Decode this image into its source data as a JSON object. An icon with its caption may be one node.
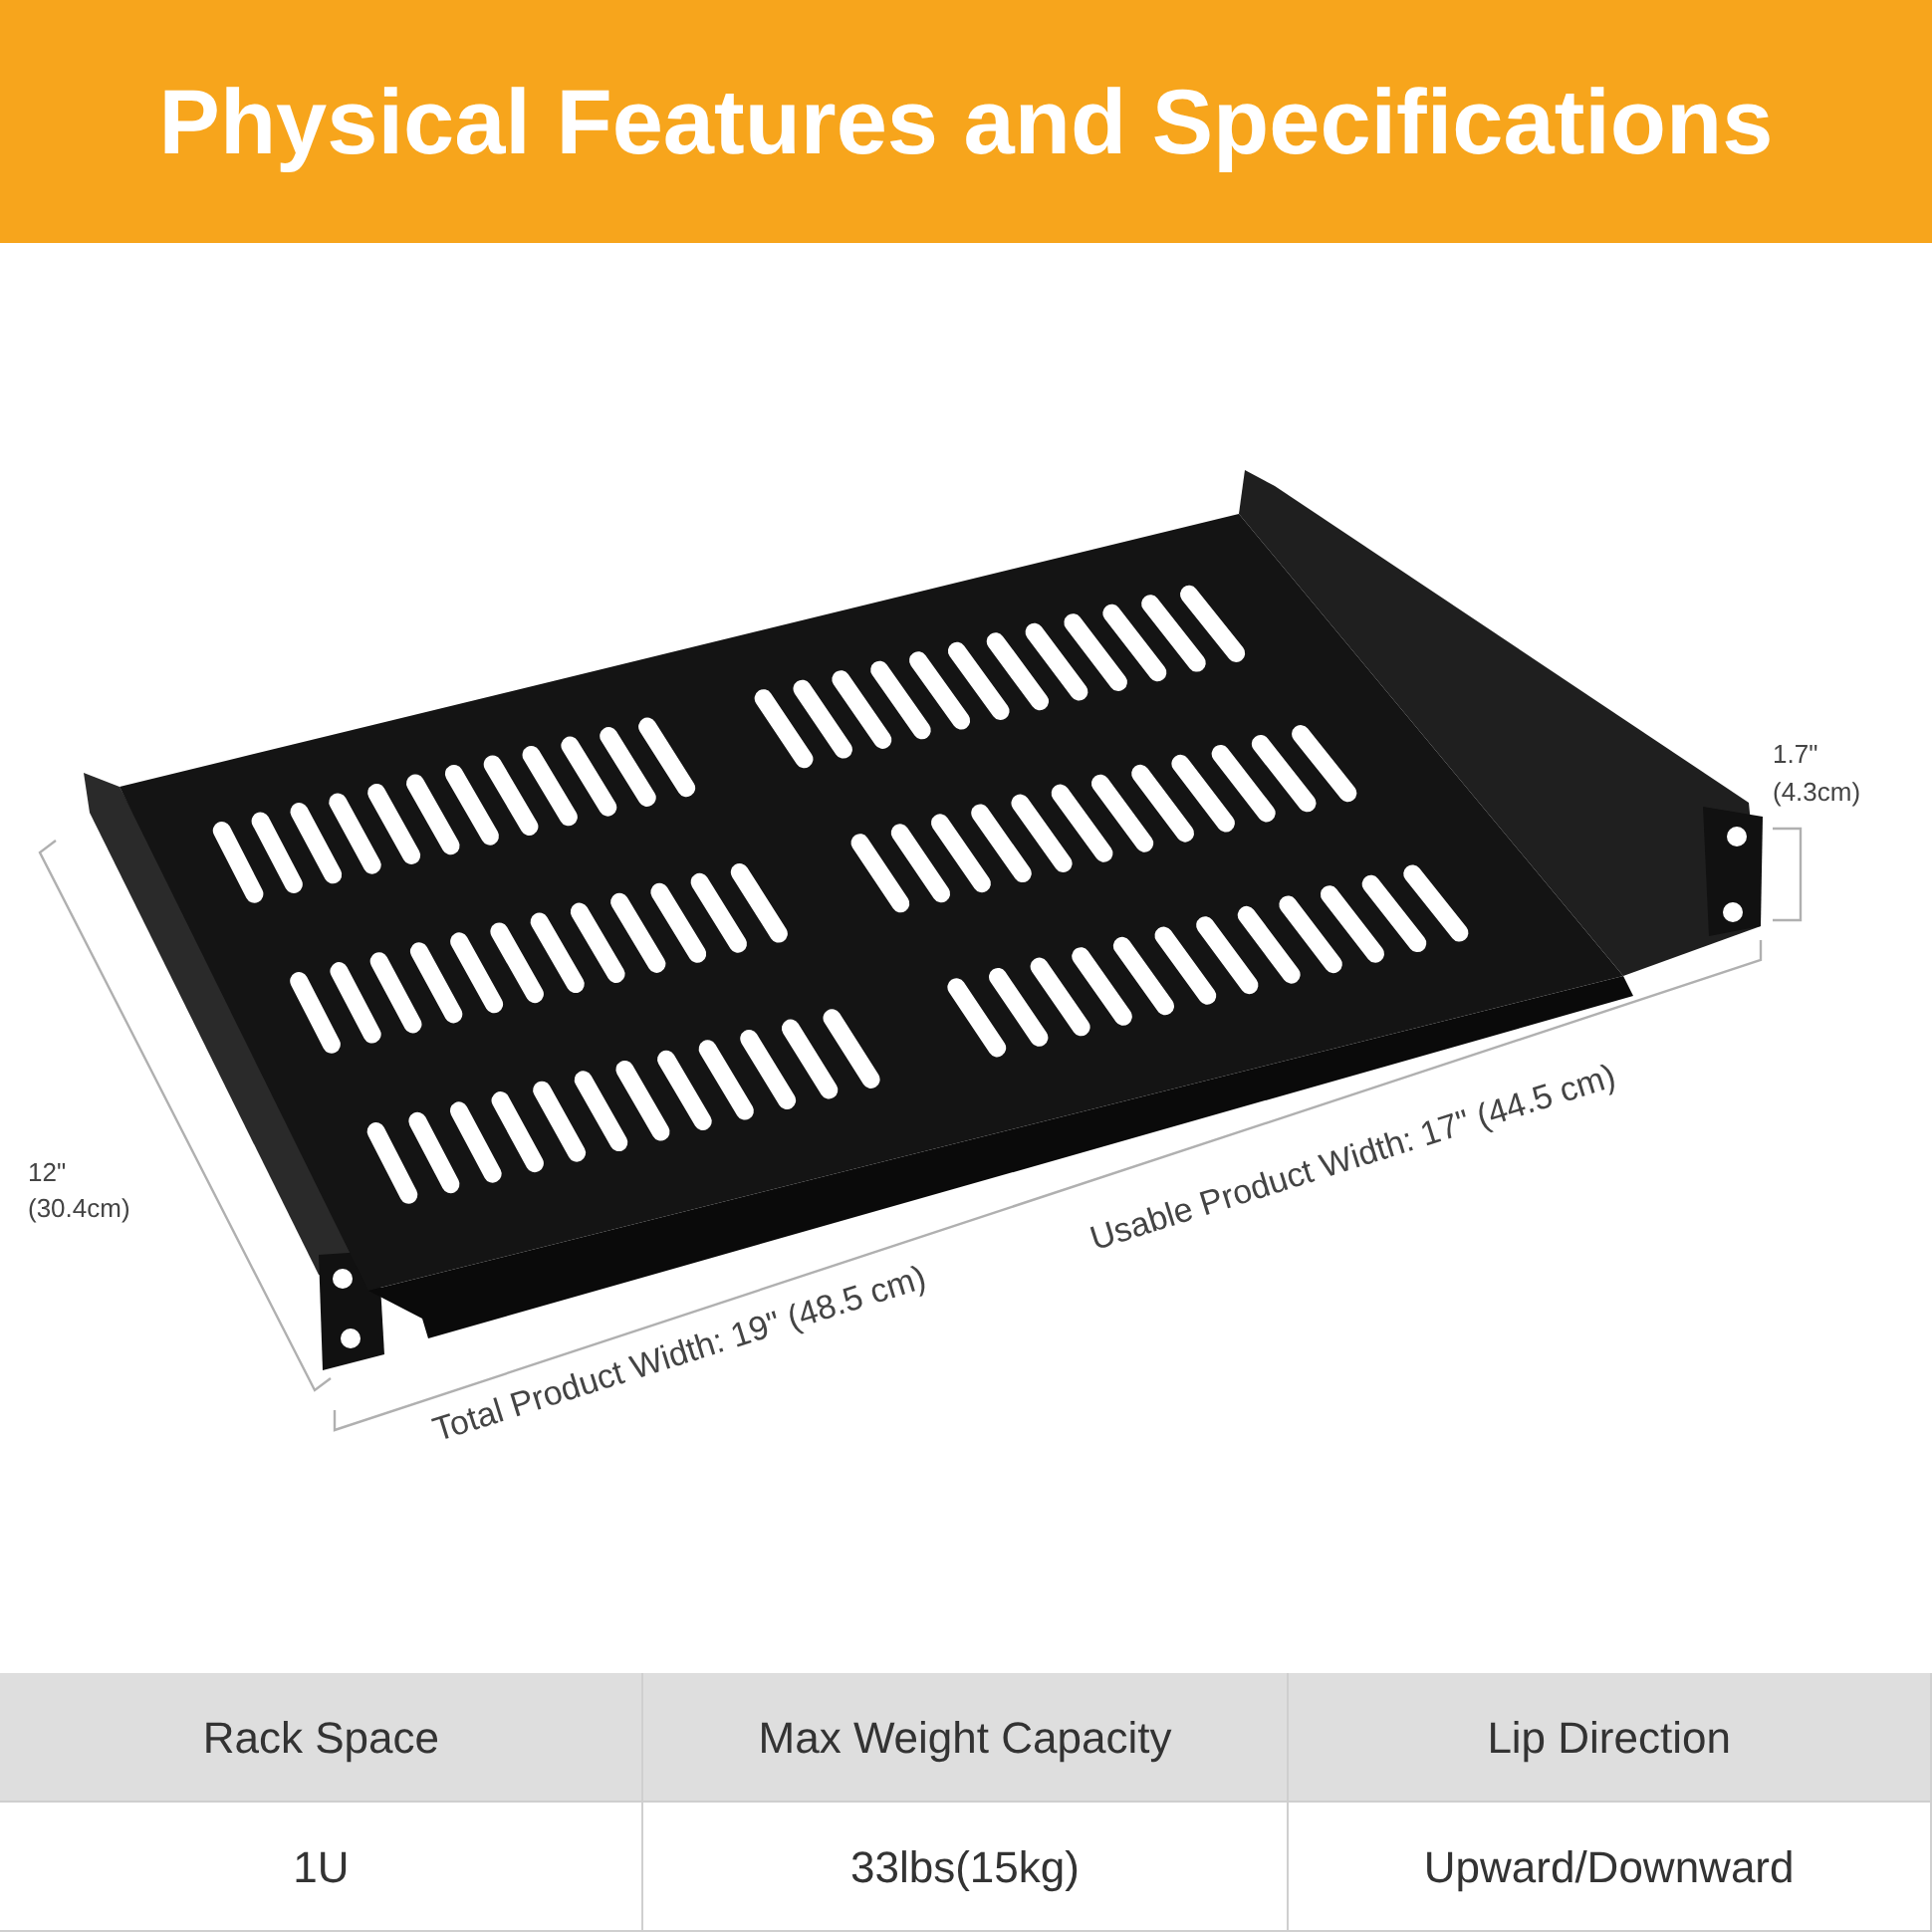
{
  "diagram": {
    "title": "Physical Features and Specifications",
    "labels": [
      "1.7\"",
      "(4.3cm)",
      "12\"",
      "(30.4cm)",
      "Usable Product Width: 17\" (44.5 cm)",
      "Total Product Width: 19\" (48.5 cm)",
      "Rack Space",
      "Max Weight Capacity",
      "Lip Direction",
      "1U",
      "33lbs(15kg)",
      "Upward/Downward"
    ]
  }
}
